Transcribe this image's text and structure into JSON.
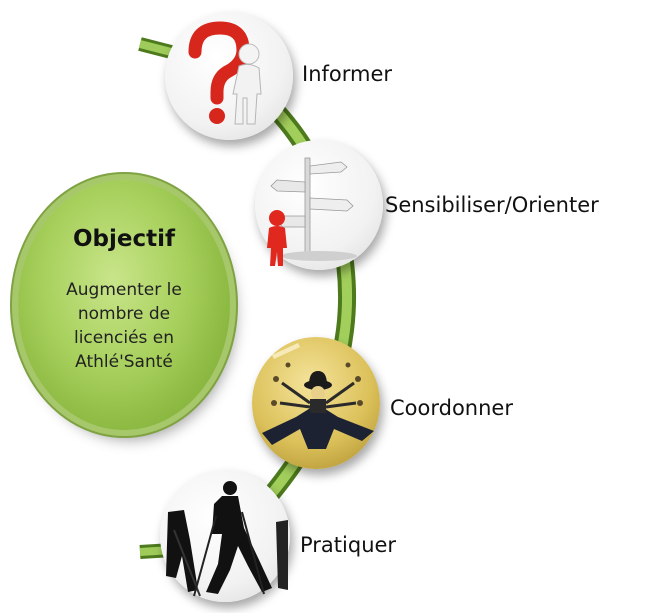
{
  "objective": {
    "title": "Objectif",
    "lines": [
      "Augmenter le",
      "nombre de",
      "licenciés en",
      "Athlé'Santé"
    ]
  },
  "steps": [
    {
      "label": "Informer",
      "icon": "question-mark-person-icon"
    },
    {
      "label": "Sensibiliser/Orienter",
      "icon": "signpost-person-icon"
    },
    {
      "label": "Coordonner",
      "icon": "coordination-figure-icon"
    },
    {
      "label": "Pratiquer",
      "icon": "nordic-walking-icon"
    }
  ],
  "colors": {
    "arc_green": "#7fb03b",
    "arc_dark": "#4d7a1c",
    "objective_fill": "#a5cf5a",
    "red": "#e0281e"
  }
}
